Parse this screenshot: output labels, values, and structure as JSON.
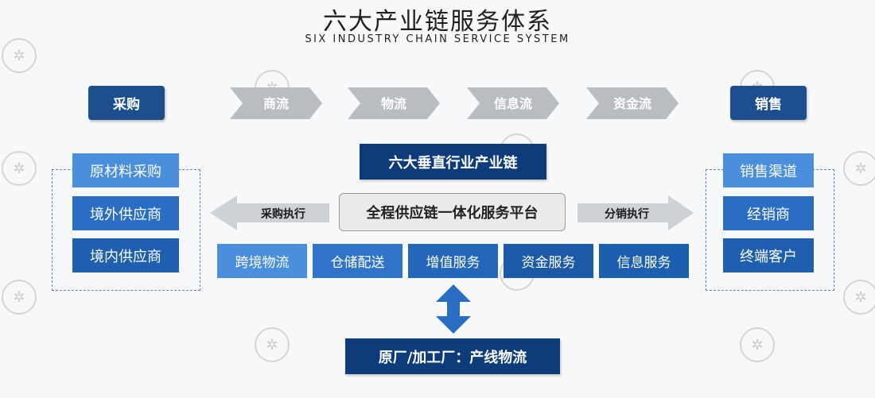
{
  "header": {
    "title": "六大产业链服务体系",
    "subtitle": "SIX INDUSTRY CHAIN SERVICE SYSTEM"
  },
  "left_header": "采购",
  "right_header": "销售",
  "flows": [
    "商流",
    "物流",
    "信息流",
    "资金流"
  ],
  "vertical_industry": "六大垂直行业产业链",
  "procurement_items": [
    "原材料采购",
    "境外供应商",
    "境内供应商"
  ],
  "sales_items": [
    "销售渠道",
    "经销商",
    "终端客户"
  ],
  "platform": "全程供应链一体化服务平台",
  "left_arrow_label": "采购执行",
  "right_arrow_label": "分销执行",
  "services": [
    "跨境物流",
    "仓储配送",
    "增值服务",
    "资金服务",
    "信息服务"
  ],
  "factory": "原厂/加工厂：产线物流",
  "colors": {
    "navy": "#1d4f8f",
    "dark_navy": "#0e3c7a",
    "blue": "#2a6ec4",
    "light_blue": "#4a8fdc",
    "chevron_gray": "#b9bcc0",
    "arrow_gray": "#cfd2d5"
  }
}
